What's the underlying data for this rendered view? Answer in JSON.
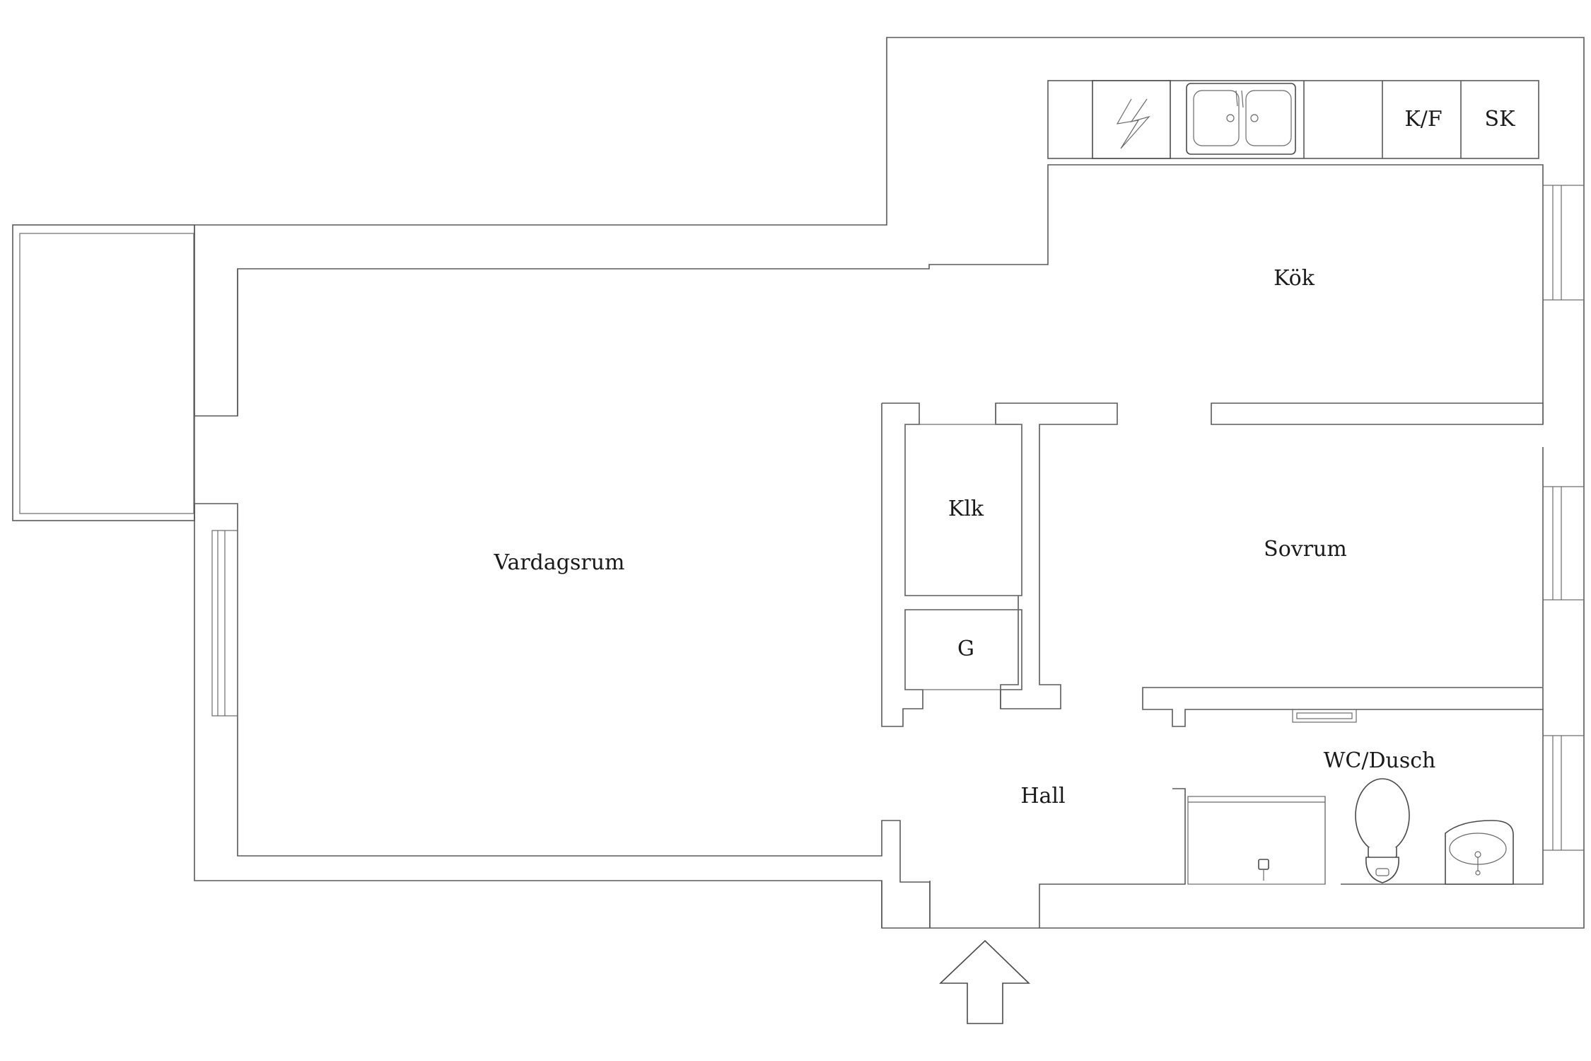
{
  "floor_plan": {
    "rooms": {
      "living_room": "Vardagsrum",
      "kitchen": "Kök",
      "bedroom": "Sovrum",
      "wardrobe": "Klk",
      "closet": "G",
      "hall": "Hall",
      "bathroom": "WC/Dusch"
    },
    "kitchen_labels": {
      "fridge_freezer": "K/F",
      "cabinet": "SK"
    }
  }
}
